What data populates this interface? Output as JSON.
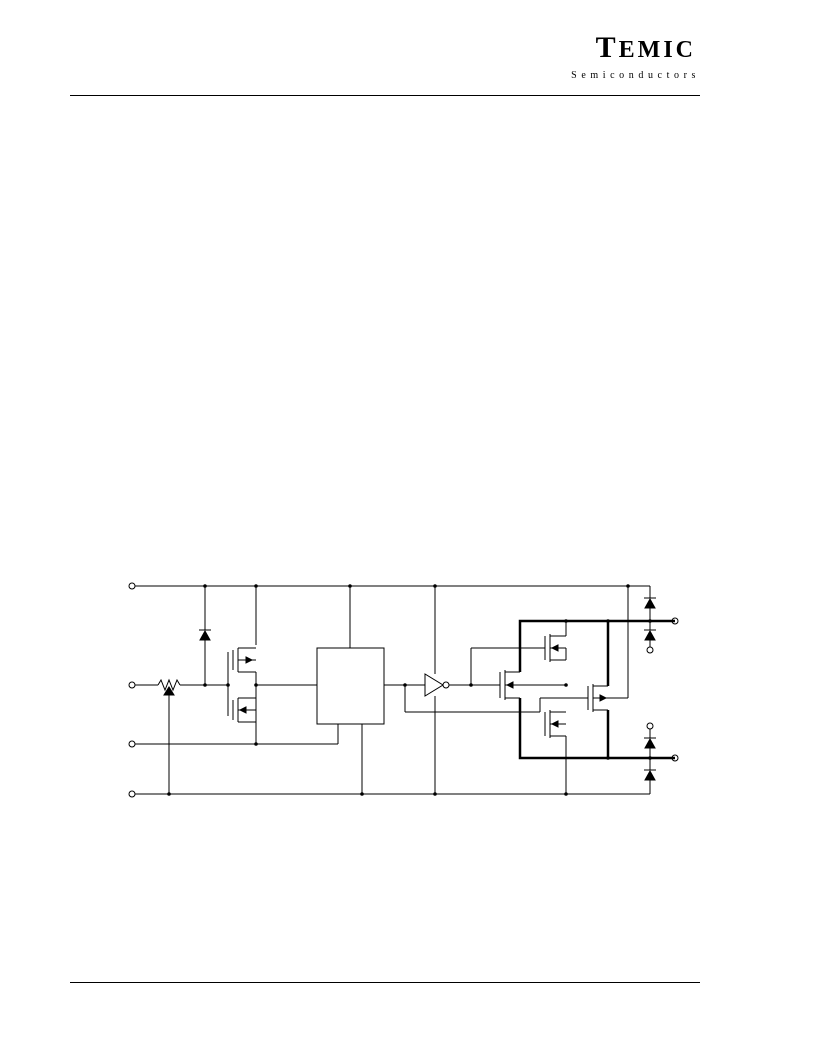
{
  "header": {
    "brand_initial": "T",
    "brand_rest": "EMIC",
    "brand_sub": "Semiconductors"
  }
}
